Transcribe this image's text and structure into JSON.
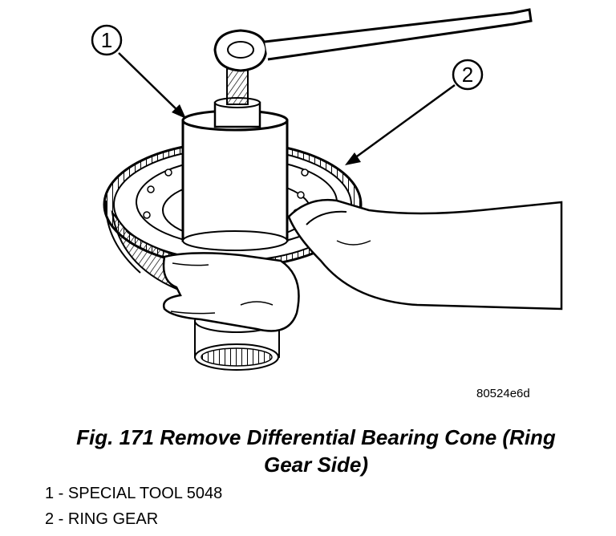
{
  "figure": {
    "image_id": "80524e6d",
    "caption_line1": "Fig. 171 Remove Differential Bearing Cone (Ring",
    "caption_line2": "Gear Side)"
  },
  "callouts": [
    {
      "number": "1",
      "label": "1 - SPECIAL TOOL 5048"
    },
    {
      "number": "2",
      "label": "2 - RING GEAR"
    }
  ]
}
